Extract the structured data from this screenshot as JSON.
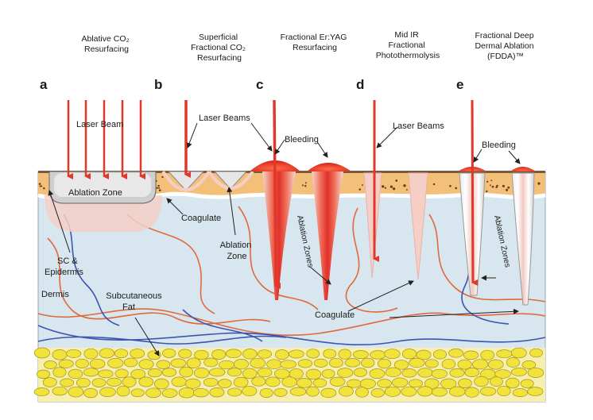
{
  "headers": [
    {
      "lines": [
        "Ablative CO₂",
        "Resurfacing"
      ]
    },
    {
      "lines": [
        "Superficial",
        "Fractional CO₂",
        "Resurfacing"
      ]
    },
    {
      "lines": [
        "Fractional Er:YAG",
        "Resurfacing"
      ]
    },
    {
      "lines": [
        "Mid IR",
        "Fractional",
        "Photothermolysis"
      ]
    },
    {
      "lines": [
        "Fractional Deep",
        "Dermal Ablation",
        "(FDDA)™"
      ]
    }
  ],
  "panel_letters": [
    "a",
    "b",
    "c",
    "d",
    "e"
  ],
  "labels": {
    "laser_beam": "Laser Beam",
    "laser_beams_b": "Laser Beams",
    "laser_beams_d": "Laser Beams",
    "ablation_zone": "Ablation Zone",
    "coagulate_b": "Coagulate",
    "ablation_zone_b": [
      "Ablation",
      "Zone"
    ],
    "bleeding_c": "Bleeding",
    "bleeding_e": "Bleeding",
    "ablation_zones_c": "Ablation Zones",
    "ablation_zones_e": "Ablation Zones",
    "sc_epidermis": [
      "SC &",
      "Epidermis"
    ],
    "dermis": "Dermis",
    "subcutaneous_fat": [
      "Subcutaneous",
      "Fat"
    ],
    "coagulate_mid": "Coagulate"
  },
  "colors": {
    "beam": "#e0382a",
    "epidermis": "#f3c07a",
    "dermis": "#d7e6ef",
    "fat": "#f2e33a",
    "coagulate": "#f5cfc6",
    "vessel_red": "#e06a3a",
    "vessel_blue": "#3d55b0"
  }
}
